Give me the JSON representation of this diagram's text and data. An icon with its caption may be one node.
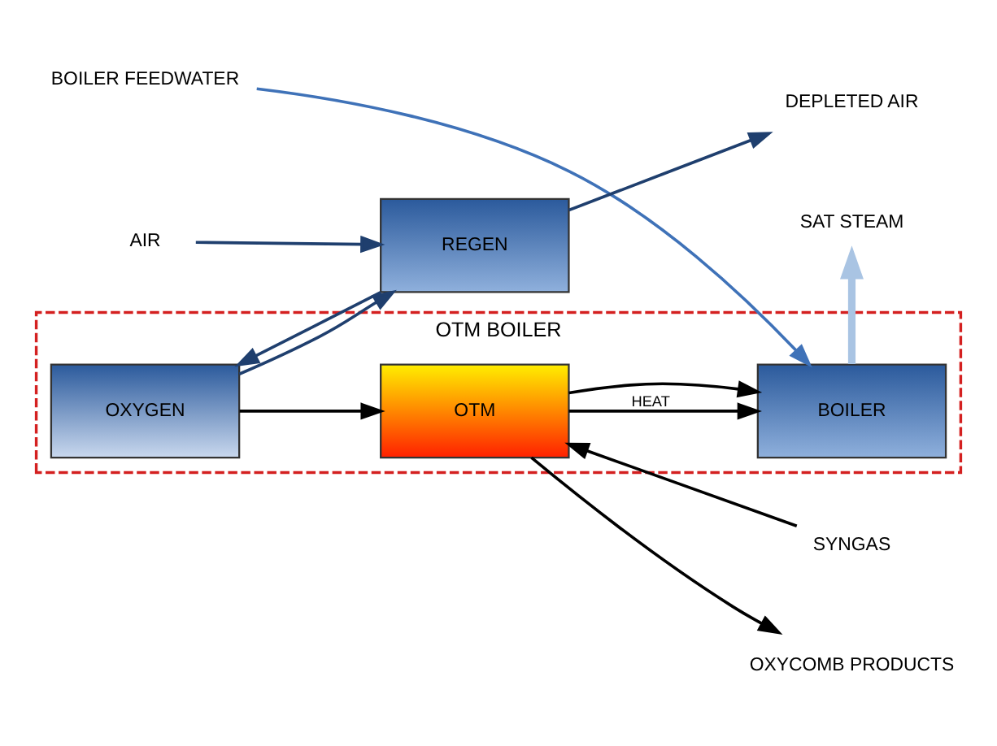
{
  "diagram": {
    "nodes": [
      {
        "text": [
          "OTM BOILER"
        ]
      },
      {
        "text": [
          "BOILER FEEDWATER"
        ]
      },
      {
        "text": [
          "BOILER"
        ],
        "in": 0
      },
      {
        "text": [
          "SAT STEAM"
        ]
      },
      {
        "text": [
          "OXYCOMB PRODUCTS"
        ]
      },
      {
        "text": [
          "OTM"
        ],
        "in": 0
      },
      {
        "text": [
          "SYNGAS"
        ]
      },
      {
        "text": [
          "OXYGEN"
        ],
        "in": 0
      },
      {
        "text": [
          "AIR"
        ]
      },
      {
        "text": [
          "REGEN"
        ]
      },
      {
        "text": [
          "DEPLETED AIR"
        ]
      }
    ],
    "edges": [
      {
        "from": 1,
        "to": 2,
        "arrow": "to",
        "color": "#3f72b8"
      },
      {
        "from": 2,
        "to": 3,
        "arrow": "to",
        "style": "thick",
        "color": "#a9c4e3"
      },
      {
        "from": 5,
        "to": 2,
        "arrow": "to",
        "label": "HEAT"
      },
      {
        "from": 5,
        "to": 2,
        "arrow": "to"
      },
      {
        "from": 6,
        "to": 5,
        "arrow": "to"
      },
      {
        "from": 5,
        "to": 4,
        "arrow": "to"
      },
      {
        "from": 7,
        "to": 5,
        "arrow": "to"
      },
      {
        "from": 7,
        "to": 9,
        "arrow": "to",
        "color": "#1f3f6e"
      },
      {
        "from": 9,
        "to": 7,
        "arrow": "to",
        "color": "#1f3f6e"
      },
      {
        "from": 8,
        "to": 9,
        "arrow": "to",
        "color": "#1f3f6e"
      },
      {
        "from": 9,
        "to": 10,
        "arrow": "to",
        "color": "#1f3f6e"
      }
    ]
  }
}
